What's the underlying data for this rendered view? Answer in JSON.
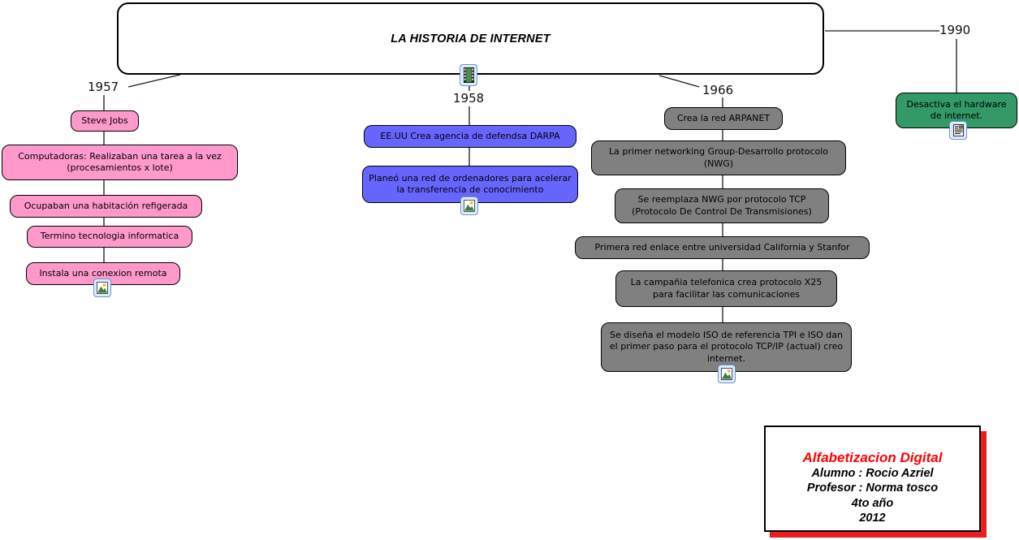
{
  "title": "LA HISTORIA DE INTERNET",
  "branches": {
    "y1957": {
      "year": "1957",
      "nodes": [
        "Steve Jobs",
        "Computadoras: Realizaban una tarea a la vez (procesamientos x lote)",
        "Ocupaban una habitación refigerada",
        "Termino tecnologia informatica",
        "Instala una conexion remota"
      ]
    },
    "y1958": {
      "year": "1958",
      "nodes": [
        "EE.UU Crea agencia de defendsa DARPA",
        "Planeó una red de ordenadores para acelerar la transferencia de conocimiento"
      ]
    },
    "y1966": {
      "year": "1966",
      "nodes": [
        "Crea la red ARPANET",
        "La primer networking Group-Desarrollo protocolo (NWG)",
        "Se reemplaza NWG por protocolo TCP (Protocolo De Control De Transmisiones)",
        "Primera red enlace entre universidad California y Stanfor",
        "La campañia telefonica crea protocolo X25 para facilitar las comunicaciones",
        "Se diseña el modelo ISO de referencia TPI e ISO dan el primer paso para el protocolo TCP/IP (actual) creo internet."
      ]
    },
    "y1990": {
      "year": "1990",
      "nodes": [
        "Desactiva el hardware de internet."
      ]
    }
  },
  "credit": {
    "title": "Alfabetizacion Digital",
    "lines": [
      "Alumno : Rocio Azriel",
      "Profesor : Norma tosco",
      "4to año",
      "2012"
    ]
  },
  "colors": {
    "pink": "#FF99CC",
    "blue": "#6666FF",
    "gray": "#808080",
    "green": "#339966",
    "accent_red": "#FF0000",
    "shadow_red": "#EE1C1C"
  },
  "icons": {
    "title_resource": "video-film-icon",
    "instala_resource": "image-icon",
    "planeo_resource": "image-icon",
    "diseno_resource": "image-icon",
    "desactiva_resource": "document-icon"
  }
}
